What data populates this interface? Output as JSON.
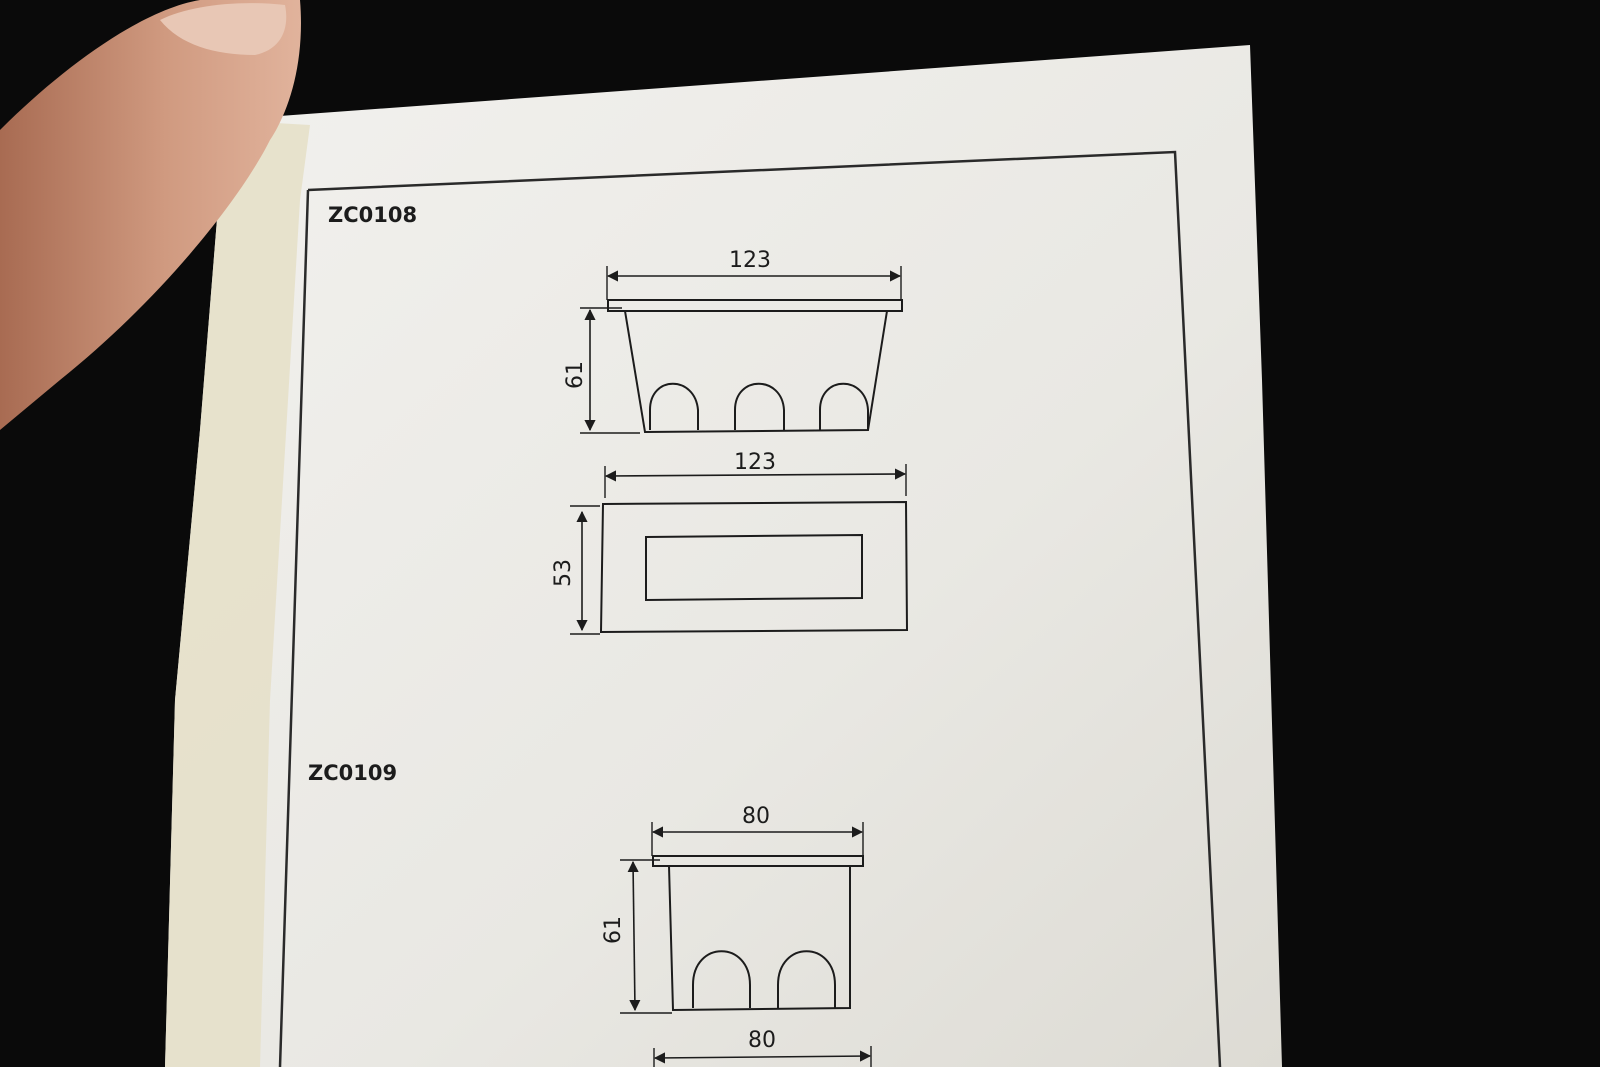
{
  "colors": {
    "background": "#0a0a0a",
    "paper": "#ecebe7",
    "paper_shadow": "#d9d7cf",
    "ink": "#1c1c1c",
    "skin": "#c98f74"
  },
  "sheet": {
    "section_1": {
      "model": "ZC0108",
      "side_view": {
        "width": "123",
        "height": "61"
      },
      "top_view": {
        "width": "123",
        "height": "53"
      }
    },
    "section_2": {
      "model": "ZC0109",
      "side_view": {
        "width": "80",
        "height": "61"
      },
      "bottom_view": {
        "width": "80"
      }
    }
  }
}
